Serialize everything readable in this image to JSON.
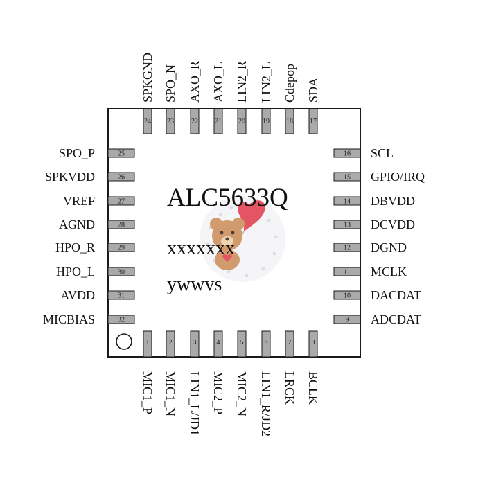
{
  "chip": {
    "name": "ALC5633Q",
    "line2": "xxxxxxx",
    "line3": "ywwvs"
  },
  "pins": {
    "top": [
      {
        "num": "24",
        "label": "SPKGND"
      },
      {
        "num": "23",
        "label": "SPO_N"
      },
      {
        "num": "22",
        "label": "AXO_R"
      },
      {
        "num": "21",
        "label": "AXO_L"
      },
      {
        "num": "20",
        "label": "LIN2_R"
      },
      {
        "num": "19",
        "label": "LIN2_L"
      },
      {
        "num": "18",
        "label": "Cdepop"
      },
      {
        "num": "17",
        "label": "SDA"
      }
    ],
    "left": [
      {
        "num": "25",
        "label": "SPO_P"
      },
      {
        "num": "26",
        "label": "SPKVDD"
      },
      {
        "num": "27",
        "label": "VREF"
      },
      {
        "num": "28",
        "label": "AGND"
      },
      {
        "num": "29",
        "label": "HPO_R"
      },
      {
        "num": "30",
        "label": "HPO_L"
      },
      {
        "num": "31",
        "label": "AVDD"
      },
      {
        "num": "32",
        "label": "MICBIAS"
      }
    ],
    "right": [
      {
        "num": "16",
        "label": "SCL"
      },
      {
        "num": "15",
        "label": "GPIO/IRQ"
      },
      {
        "num": "14",
        "label": "DBVDD"
      },
      {
        "num": "13",
        "label": "DCVDD"
      },
      {
        "num": "12",
        "label": "DGND"
      },
      {
        "num": "11",
        "label": "MCLK"
      },
      {
        "num": "10",
        "label": "DACDAT"
      },
      {
        "num": "9",
        "label": "ADCDAT"
      }
    ],
    "bottom": [
      {
        "num": "1",
        "label": "MIC1_P"
      },
      {
        "num": "2",
        "label": "MIC1_N"
      },
      {
        "num": "3",
        "label": "LIN1_L/JD1"
      },
      {
        "num": "4",
        "label": "MIC2_P"
      },
      {
        "num": "5",
        "label": "MIC2_N"
      },
      {
        "num": "6",
        "label": "LIN1_R/JD2"
      },
      {
        "num": "7",
        "label": "LRCK"
      },
      {
        "num": "8",
        "label": "BCLK"
      }
    ]
  },
  "colors": {
    "pad": "#aaaaaa",
    "outline": "#1a1a1a",
    "heart": "#e0384a",
    "bear": "#c98a55"
  }
}
